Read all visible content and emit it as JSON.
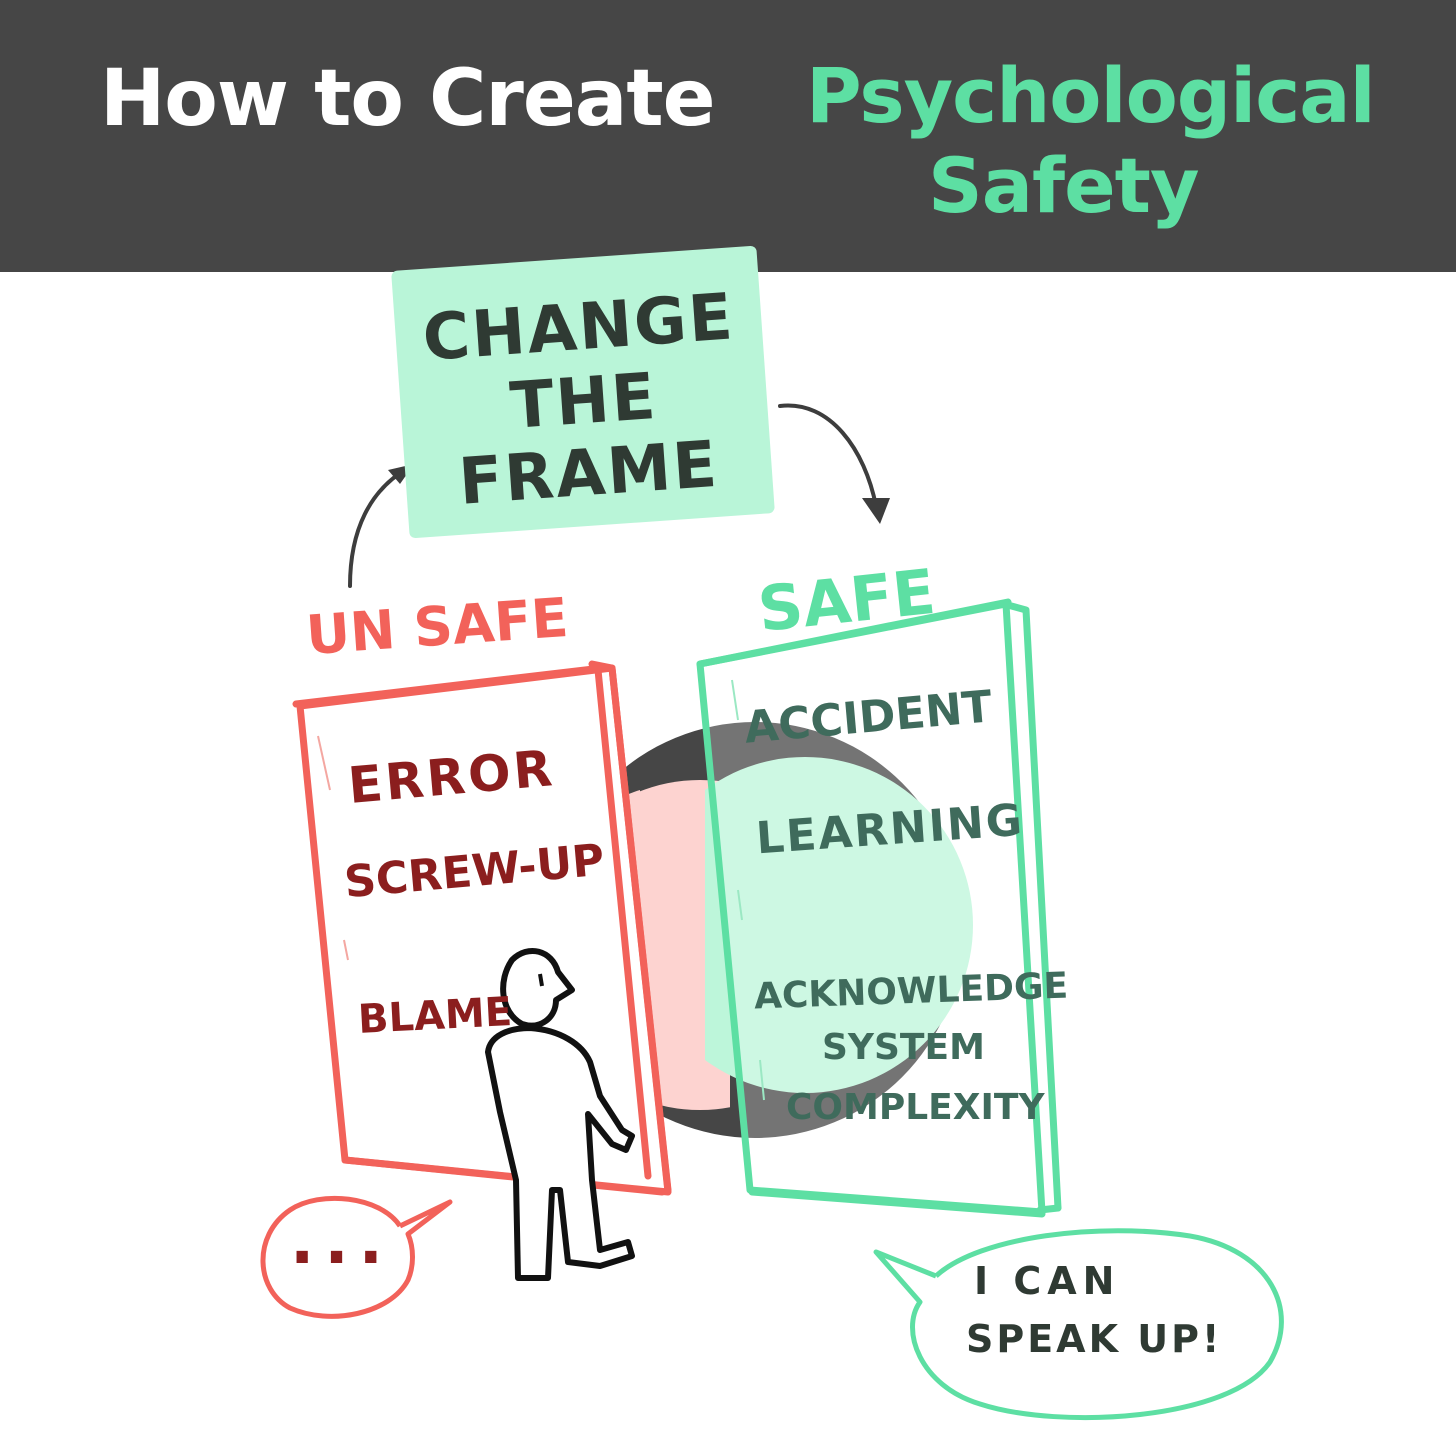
{
  "header": {
    "title_part1": "How to Create",
    "title_part2_line1": "Psychological",
    "title_part2_line2": "Safety"
  },
  "frame_box": {
    "lines": [
      "CHANGE",
      "THE",
      "FRAME"
    ]
  },
  "unsafe_door": {
    "label": "UN SAFE",
    "words": [
      "ERROR",
      "SCREW-UP",
      "BLAME"
    ]
  },
  "safe_door": {
    "label": "SAFE",
    "words": [
      "ACCIDENT",
      "LEARNING",
      "ACKNOWLEDGE",
      "SYSTEM",
      "COMPLEXITY"
    ]
  },
  "speech_bubbles": {
    "unsafe": "...",
    "safe_line1": "I CAN",
    "safe_line2": "SPEAK UP!"
  },
  "colors": {
    "header_bg": "#464646",
    "accent_green": "#5ddfa3",
    "light_green": "#b9f5d8",
    "unsafe_red": "#f2625a",
    "unsafe_text": "#8b1e1e",
    "safe_text": "#3f6b5c",
    "light_red": "#fdd3d0",
    "dark_circle": "#464646"
  }
}
